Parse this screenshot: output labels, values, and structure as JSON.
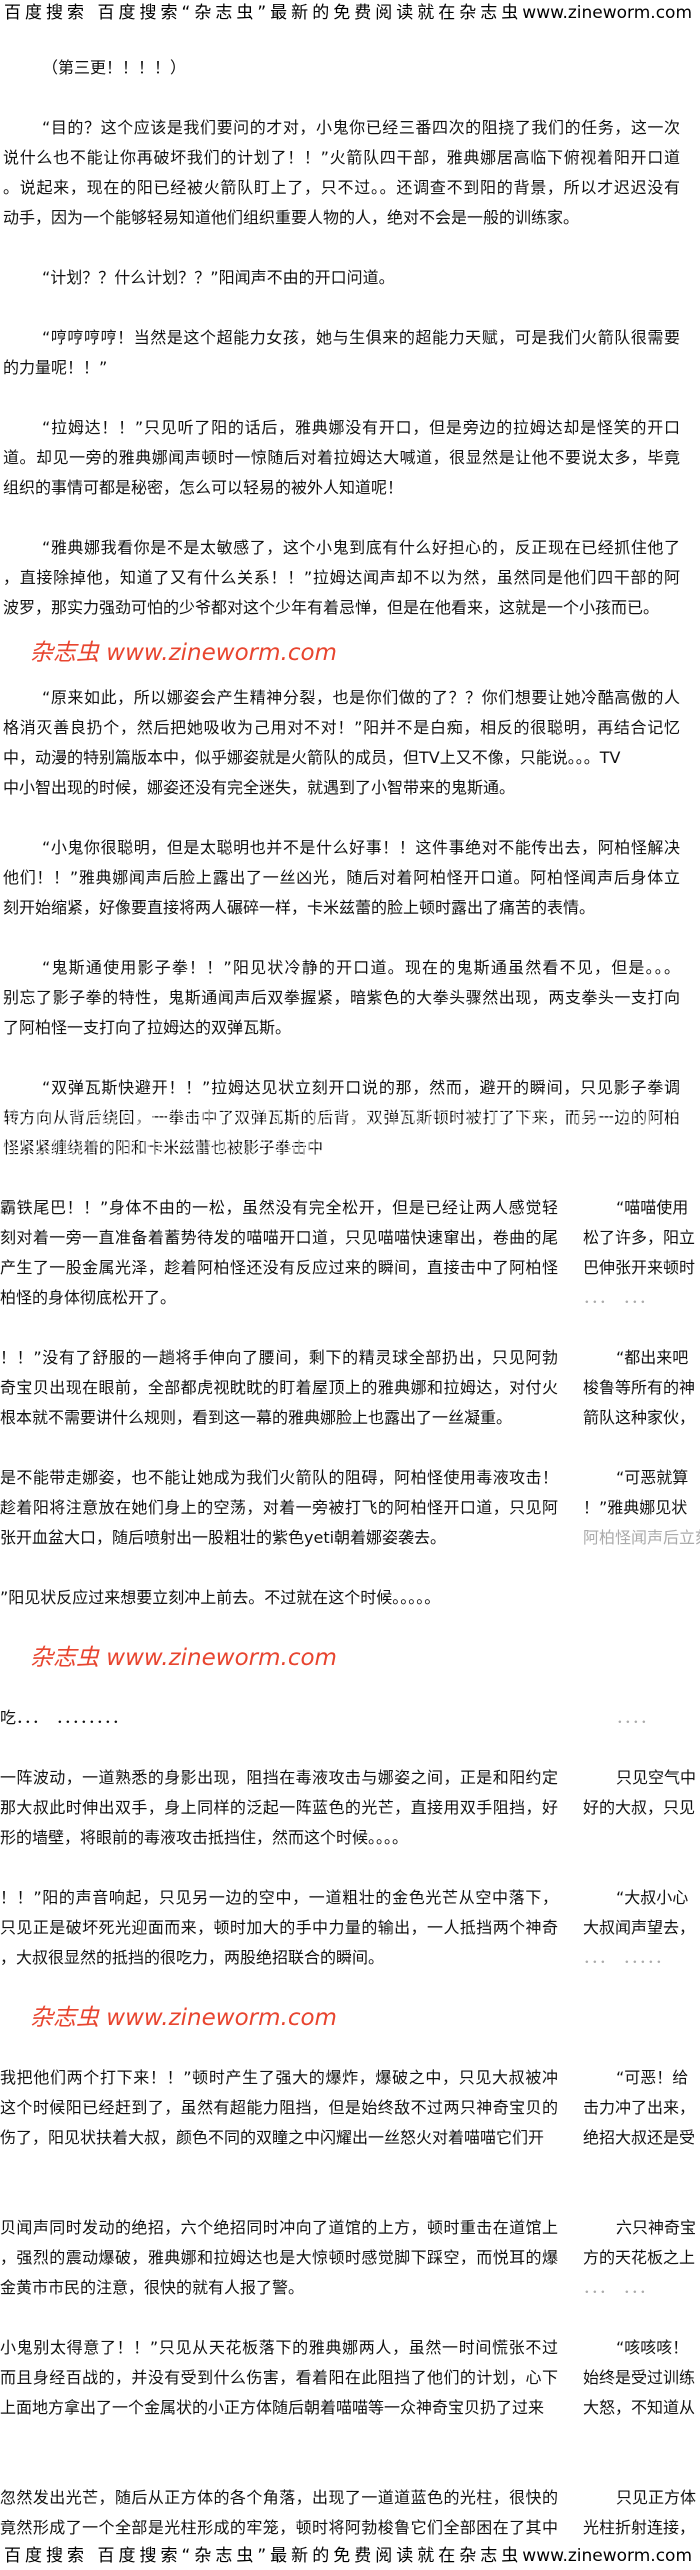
{
  "banner": "百度搜索 百度搜索“杂志虫”最新的免费阅读就在杂志虫www.zineworm.com",
  "watermark": "杂志虫 www.zineworm.com",
  "paragraphs": [
    [
      "（第三更！！！！）"
    ],
    [
      "“目的？这个应该是我们要问的才对，小鬼你已经三番四次的阻挠了我们的任务，这一次",
      "说什么也不能让你再破坏我们的计划了！！”火箭队四干部，雅典娜居高临下俯视着阳开口道",
      "。说起来，现在的阳已经被火箭队盯上了，只不过。。还调查不到阳的背景，所以才迟迟没有",
      "动手，因为一个能够轻易知道他们组织重要人物的人，绝对不会是一般的训练家。"
    ],
    [
      "“计划？？什么计划？？”阳闻声不由的开口问道。"
    ],
    [
      "“哼哼哼哼！当然是这个超能力女孩，她与生俱来的超能力天赋，可是我们火箭队很需要",
      "的力量呢！！”"
    ],
    [
      "“拉姆达！！”只见听了阳的话后，雅典娜没有开口，但是旁边的拉姆达却是怪笑的开口",
      "道。却见一旁的雅典娜闻声顿时一惊随后对着拉姆达大喊道，很显然是让他不要说太多，毕竟",
      "组织的事情可都是秘密，怎么可以轻易的被外人知道呢！"
    ],
    [
      "“雅典娜我看你是不是太敏感了，这个小鬼到底有什么好担心的，反正现在已经抓住他了",
      "，直接除掉他，知道了又有什么关系！！”拉姆达闻声却不以为然，虽然同是他们四干部的阿",
      "波罗，那实力强劲可怕的少爷都对这个少年有着忌惮，但是在他看来，这就是一个小孩而已。"
    ],
    [
      "“原来如此，所以娜姿会产生精神分裂，也是你们做的了？？你们想要让她冷酷高傲的人",
      "格消灭善良扔个，然后把她吸收为己用对不对！”阳并不是白痴，相反的很聪明，再结合记忆",
      "中，动漫的特别篇版本中，似乎娜姿就是火箭队的成员，但TV上又不像，只能说。。。TV",
      "中小智出现的时候，娜姿还没有完全迷失，就遇到了小智带来的鬼斯通。"
    ],
    [
      "“小鬼你很聪明，但是太聪明也并不是什么好事！！这件事绝对不能传出去，阿柏怪解决",
      "他们！！”雅典娜闻声后脸上露出了一丝凶光，随后对着阿柏怪开口道。阿柏怪闻声后身体立",
      "刻开始缩紧，好像要直接将两人碾碎一样，卡米兹蕾的脸上顿时露出了痛苦的表情。"
    ],
    [
      "“鬼斯通使用影子拳！！”阳见状冷静的开口道。现在的鬼斯通虽然看不见，但是。。。",
      "别忘了影子拳的特性，鬼斯通闻声后双拳握紧，暗紫色的大拳头骤然出现，两支拳头一支打向",
      "了阿柏怪一支打向了拉姆达的双弹瓦斯。"
    ],
    [
      "“双弹瓦斯快避开！！”拉姆达见状立刻开口说的那，然而，避开的瞬间，只见影子拳调",
      "转方向从背后绕回，一拳击中了双弹瓦斯的后背，双弹瓦斯顿时被打了下来，而另一边的阿柏",
      "怪紧紧缠绕着的阳和卡米兹蕾也被影子拳击中"
    ]
  ],
  "split_blocks": [
    [
      [
        "霸铁尾巴！！”身体不由的一松，虽然没有完全松开，但是已经让两人感觉轻",
        "“喵喵使用"
      ],
      [
        "刻对着一旁一直准备着蓄势待发的喵喵开口道，只见喵喵快速窜出，卷曲的尾",
        "松了许多，阳立"
      ],
      [
        "产生了一股金属光泽，趁着阿柏怪还没有反应过来的瞬间，直接击中了阿柏怪",
        "巴伸张开来顿时"
      ],
      [
        "柏怪的身体彻底松开了。",
        "．．．　．．．"
      ]
    ],
    [
      [
        "！！”没有了舒服的一趟将手伸向了腰间，剩下的精灵球全部扔出，只见阿勃",
        "“都出来吧"
      ],
      [
        "奇宝贝出现在眼前，全部都虎视眈眈的盯着屋顶上的雅典娜和拉姆达，对付火",
        "梭鲁等所有的神"
      ],
      [
        "根本就不需要讲什么规则，看到这一幕的雅典娜脸上也露出了一丝凝重。",
        "箭队这种家伙，"
      ]
    ],
    [
      [
        "是不能带走娜姿，也不能让她成为我们火箭队的阻碍，阿柏怪使用毒液攻击！",
        "“可恶就算"
      ],
      [
        "趁着阳将注意放在她们身上的空荡，对着一旁被打飞的阿柏怪开口道，只见阿",
        "！”雅典娜见状"
      ],
      [
        "张开血盆大口，随后喷射出一股粗壮的紫色yeti朝着娜姿袭去。",
        "阿柏怪闻声后立刻"
      ]
    ],
    [
      [
        "”阳见状反应过来想要立刻冲上前去。不过就在这个时候。。。。。",
        ""
      ]
    ],
    [
      [
        "吃．．．　．．．．．．．．",
        "．．．．"
      ]
    ],
    [
      [
        "一阵波动，一道熟悉的身影出现，阻挡在毒液攻击与娜姿之间，正是和阳约定",
        "只见空气中"
      ],
      [
        "那大叔此时伸出双手，身上同样的泛起一阵蓝色的光芒，直接用双手阻挡，好",
        "好的大叔，只见"
      ],
      [
        "形的墙壁，将眼前的毒液攻击抵挡住，然而这个时候。。。。",
        ""
      ]
    ],
    [
      [
        "！！”阳的声音响起，只见另一边的空中，一道粗壮的金色光芒从空中落下，",
        "“大叔小心"
      ],
      [
        "只见正是破坏死光迎面而来，顿时加大的手中力量的输出，一人抵挡两个神奇",
        "大叔闻声望去，"
      ],
      [
        "，大叔很显然的抵挡的很吃力，两股绝招联合的瞬间。",
        "．．．　．．．．．"
      ]
    ],
    [
      [
        "我把他们两个打下来！！”顿时产生了强大的爆炸，爆破之中，只见大叔被冲",
        "“可恶！给"
      ],
      [
        "这个时候阳已经赶到了，虽然有超能力阻挡，但是始终敌不过两只神奇宝贝的",
        "击力冲了出来，"
      ],
      [
        "伤了，阳见状扶着大叔，颜色不同的双瞳之中闪耀出一丝怒火对着喵喵它们开",
        "绝招大叔还是受"
      ]
    ],
    [
      [
        "贝闻声同时发动的绝招，六个绝招同时冲向了道馆的上方，顿时重击在道馆上",
        "六只神奇宝"
      ],
      [
        "，强烈的震动爆破，雅典娜和拉姆达也是大惊顿时感觉脚下踩空，而悦耳的爆",
        "方的天花板之上"
      ],
      [
        "金黄市市民的注意，很快的就有人报了警。",
        "．．．　．．．"
      ]
    ],
    [
      [
        "小鬼别太得意了！！”只见从天花板落下的雅典娜两人，虽然一时间慌张不过",
        "“咳咳咳！"
      ],
      [
        "而且身经百战的，并没有受到什么伤害，看着阳在此阻挡了他们的计划，心下",
        "始终是受过训练"
      ],
      [
        "上面地方拿出了一个金属状的小正方体随后朝着喵喵等一众神奇宝贝扔了过来",
        "大怒，不知道从"
      ]
    ],
    [
      [
        "忽然发出光芒，随后从正方体的各个角落，出现了一道道蓝色的光柱，很快的",
        "只见正方体"
      ],
      [
        "竟然形成了一个全部是光柱形成的牢笼，顿时将阿勃梭鲁它们全部困在了其中",
        "光柱折射连接，"
      ]
    ]
  ]
}
